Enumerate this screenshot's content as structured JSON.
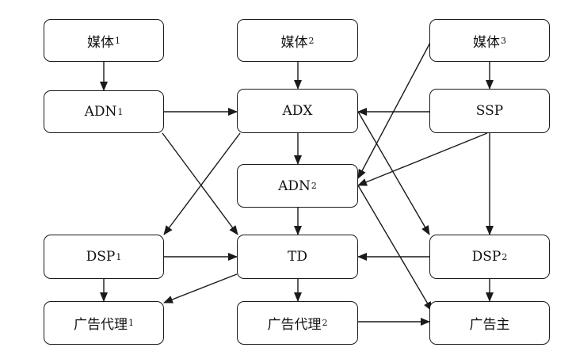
{
  "colors": {
    "line": "#1a1a1a",
    "box_fill": "#ffffff",
    "text": "#111111"
  },
  "nodes": {
    "media1": {
      "label": "媒体",
      "sub": "1"
    },
    "media2": {
      "label": "媒体",
      "sub": "2"
    },
    "media3": {
      "label": "媒体",
      "sub": "3"
    },
    "adn1": {
      "label": "ADN",
      "sub": "1"
    },
    "adx": {
      "label": "ADX",
      "sub": ""
    },
    "ssp": {
      "label": "SSP",
      "sub": ""
    },
    "adn2": {
      "label": "ADN",
      "sub": "2"
    },
    "dsp1": {
      "label": "DSP",
      "sub": "1"
    },
    "td": {
      "label": "TD",
      "sub": ""
    },
    "dsp2": {
      "label": "DSP",
      "sub": "2"
    },
    "agency1": {
      "label": "广告代理",
      "sub": "1"
    },
    "agency2": {
      "label": "广告代理",
      "sub": "2"
    },
    "advertiser": {
      "label": "广告主",
      "sub": ""
    }
  },
  "edges": [
    {
      "from": "media1",
      "to": "adn1"
    },
    {
      "from": "media2",
      "to": "adx"
    },
    {
      "from": "media3",
      "to": "ssp"
    },
    {
      "from": "media3",
      "to": "adn2"
    },
    {
      "from": "adn1",
      "to": "adx"
    },
    {
      "from": "adn1",
      "to": "td"
    },
    {
      "from": "ssp",
      "to": "adx"
    },
    {
      "from": "ssp",
      "to": "adn2"
    },
    {
      "from": "ssp",
      "to": "dsp2"
    },
    {
      "from": "adx",
      "to": "adn2"
    },
    {
      "from": "adx",
      "to": "dsp1"
    },
    {
      "from": "adx",
      "to": "dsp2"
    },
    {
      "from": "adn2",
      "to": "td"
    },
    {
      "from": "adn2",
      "to": "advertiser"
    },
    {
      "from": "dsp1",
      "to": "td"
    },
    {
      "from": "dsp1",
      "to": "agency1"
    },
    {
      "from": "dsp2",
      "to": "td"
    },
    {
      "from": "dsp2",
      "to": "advertiser"
    },
    {
      "from": "td",
      "to": "agency1"
    },
    {
      "from": "td",
      "to": "agency2"
    },
    {
      "from": "agency2",
      "to": "advertiser"
    }
  ]
}
